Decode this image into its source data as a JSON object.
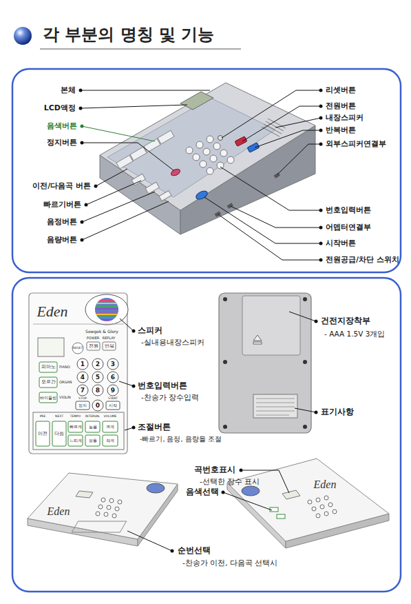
{
  "diagram": {
    "title": "각 부분의 명칭 및 기능",
    "labels": [
      "본체",
      "LCD액정",
      "음색버튼",
      "정지버튼",
      "이전/다음곡 버튼",
      "빠르기버튼",
      "음정버튼",
      "음량버튼",
      "리셋버튼",
      "전원버튼",
      "내장스피커",
      "반복버튼",
      "외부스피커연결부",
      "번호입력버튼",
      "어뎁터연결부",
      "시작버튼",
      "전원공급/차단 스위치",
      "Eden",
      "Sowgok & Glory",
      "POWER",
      "REPLAY",
      "RESET",
      "전원",
      "반복",
      "피아노",
      "PIANO",
      "오르간",
      "ORGAN",
      "바이올린",
      "VIOLIN",
      "1",
      "2",
      "3",
      "4",
      "5",
      "6",
      "7",
      "8",
      "9",
      "STOP",
      "START",
      "정지",
      "0",
      "시작",
      "PRE",
      "NEXT",
      "TEMPO",
      "INTERVAL",
      "VOLUME",
      "이전",
      "다음",
      "빠르게",
      "높음",
      "크게",
      "느리게",
      "보통",
      "작게",
      "스피커",
      "-실내용내장스피커",
      "번호입력버튼",
      "-찬송가 장수입력",
      "조절버튼",
      "-빠르기, 음정, 음량을 조절",
      "건전지장착부",
      "- AAA 1.5V 3개입",
      "표기사항",
      "곡번호표시",
      "-선택한 장수 표시",
      "음색선택",
      "순번선택",
      "-찬송가 이전, 다음곡 선택시",
      "Eden",
      "Eden"
    ]
  }
}
